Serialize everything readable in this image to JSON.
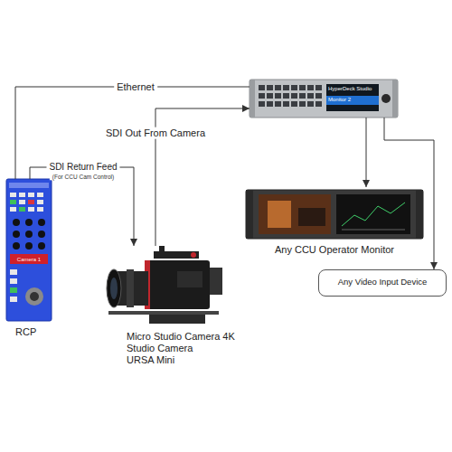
{
  "diagram": {
    "nodes": [
      {
        "text": [
          "RCP"
        ]
      },
      {
        "text": [
          "HyperDeck Studio",
          "Monitor 2"
        ]
      },
      {
        "text": [
          "Any CCU Operator Monitor"
        ]
      },
      {
        "text": [
          "Micro Studio Camera 4K",
          "Studio Camera",
          "URSA Mini"
        ]
      },
      {
        "text": [
          "Any Video Input Device"
        ]
      }
    ],
    "edges": [
      {
        "from": 0,
        "to": 1,
        "arrow": "none",
        "label": "Ethernet"
      },
      {
        "from": 0,
        "to": 3,
        "arrow": "to",
        "label": "SDI Return Feed"
      },
      {
        "from": 3,
        "to": 1,
        "arrow": "to",
        "label": "SDI Out From Camera"
      },
      {
        "from": 1,
        "to": 2,
        "arrow": "to"
      },
      {
        "from": 1,
        "to": 4,
        "arrow": "to"
      }
    ],
    "labels": [
      "(For CCU Cam Control)",
      "Camera 1"
    ]
  }
}
